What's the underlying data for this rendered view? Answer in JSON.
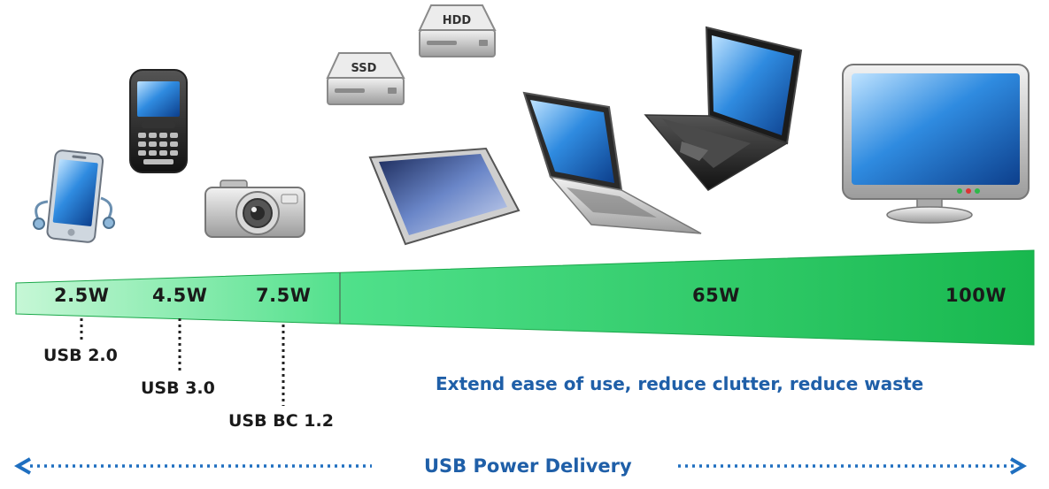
{
  "power_levels": [
    {
      "label": "2.5W"
    },
    {
      "label": "4.5W"
    },
    {
      "label": "7.5W"
    },
    {
      "label": "65W"
    },
    {
      "label": "100W"
    }
  ],
  "usb_standards": [
    {
      "label": "USB 2.0"
    },
    {
      "label": "USB 3.0"
    },
    {
      "label": "USB BC 1.2"
    }
  ],
  "tagline": "Extend ease of use, reduce clutter, reduce waste",
  "delivery_label": "USB Power Delivery",
  "storage": {
    "ssd_label": "SSD",
    "hdd_label": "HDD"
  },
  "devices": [
    {
      "icon": "smartphone-icon"
    },
    {
      "icon": "blackberry-phone-icon"
    },
    {
      "icon": "digital-camera-icon"
    },
    {
      "icon": "ssd-drive-icon"
    },
    {
      "icon": "hdd-drive-icon"
    },
    {
      "icon": "tablet-icon"
    },
    {
      "icon": "ultrabook-laptop-icon"
    },
    {
      "icon": "black-laptop-icon"
    },
    {
      "icon": "monitor-icon"
    }
  ],
  "colors": {
    "wedge_light": "#c6f7d6",
    "wedge_dark": "#18b84e",
    "text_blue": "#1f5fa8",
    "arrow_blue": "#1f6fc0"
  }
}
